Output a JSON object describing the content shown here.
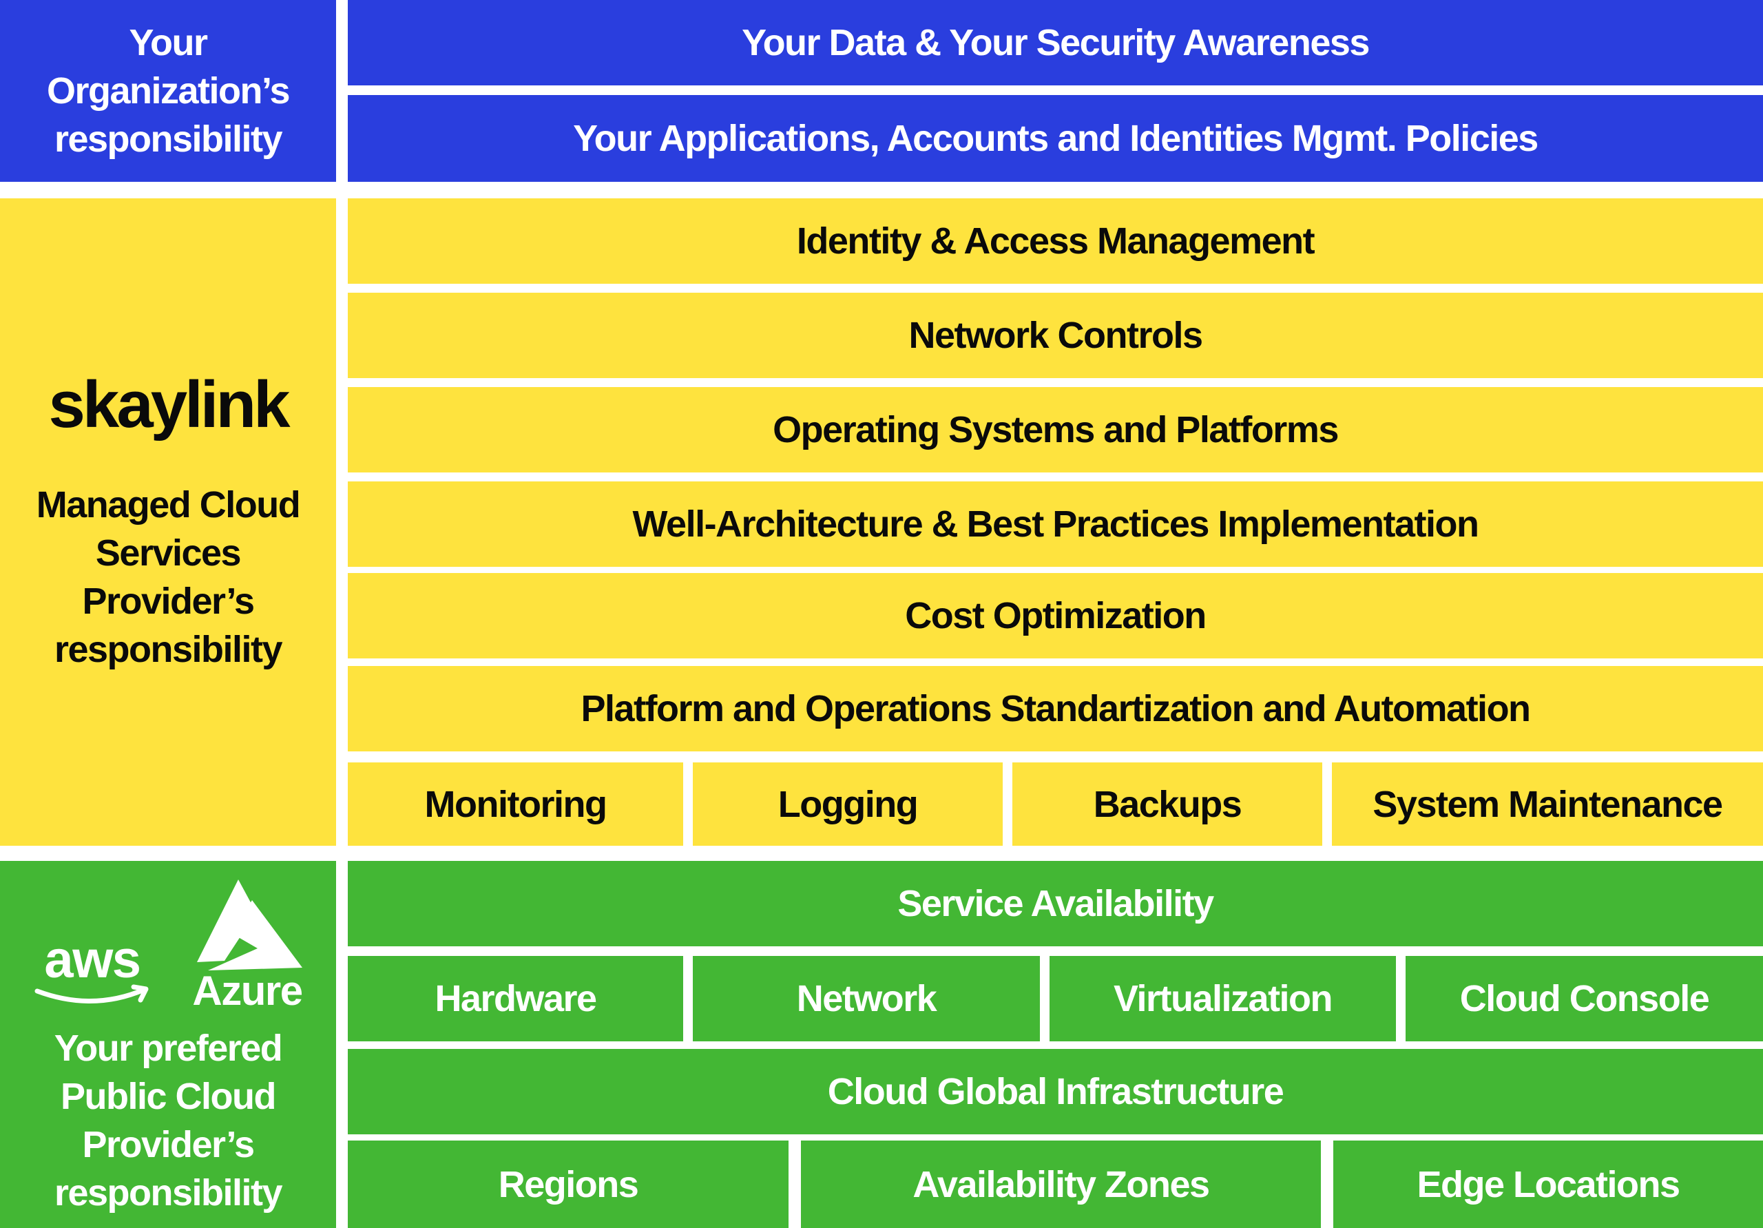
{
  "organization": {
    "side_label": [
      "Your",
      "Organization’s",
      "responsibility"
    ],
    "rows": [
      "Your Data & Your Security Awareness",
      "Your Applications, Accounts and Identities Mgmt. Policies"
    ]
  },
  "managed": {
    "brand": "skaylink",
    "side_label": [
      "Managed Cloud",
      "Services",
      "Provider’s",
      "responsibility"
    ],
    "rows": [
      "Identity & Access Management",
      "Network Controls",
      "Operating Systems and Platforms",
      "Well-Architecture & Best Practices Implementation",
      "Cost Optimization",
      "Platform and Operations Standartization and Automation"
    ],
    "split_row": [
      "Monitoring",
      "Logging",
      "Backups",
      "System Maintenance"
    ]
  },
  "public_cloud": {
    "logos": {
      "aws": "aws",
      "azure": "Azure"
    },
    "side_label": [
      "Your prefered",
      "Public Cloud",
      "Provider’s",
      "responsibility"
    ],
    "service_row": "Service Availability",
    "split_row_1": [
      "Hardware",
      "Network",
      "Virtualization",
      "Cloud Console"
    ],
    "infrastructure_row": "Cloud Global Infrastructure",
    "split_row_2": [
      "Regions",
      "Availability Zones",
      "Edge Locations"
    ]
  },
  "colors": {
    "blue": "#2a3ede",
    "yellow": "#fee33e",
    "green": "#43b734"
  },
  "icons": [
    "aws-logo-icon",
    "azure-logo-icon"
  ]
}
